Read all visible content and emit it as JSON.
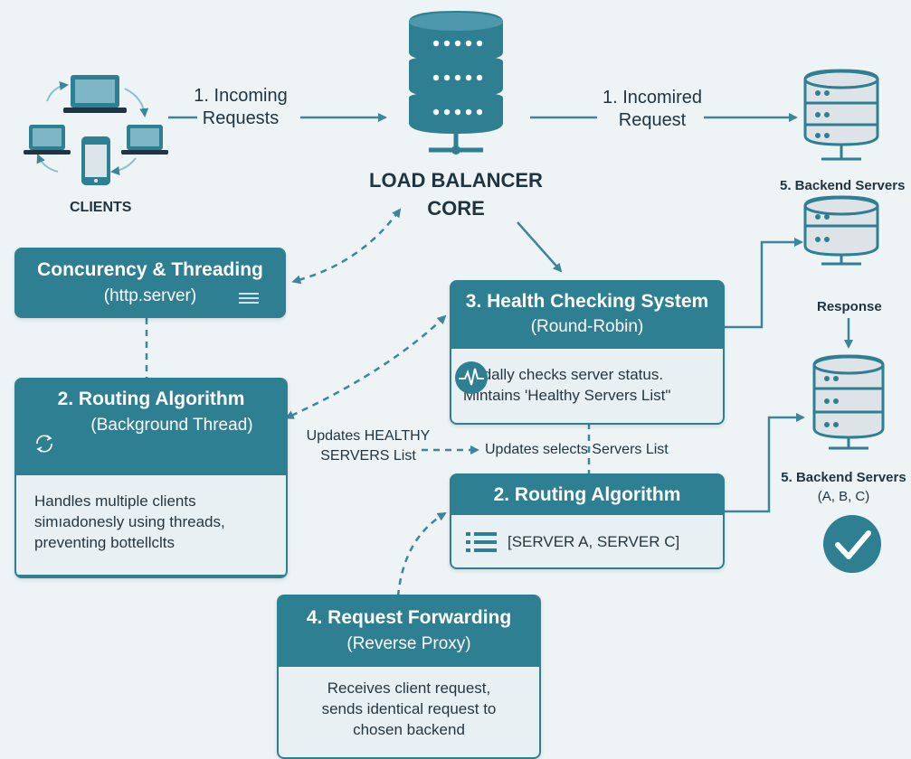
{
  "clients": {
    "label": "CLIENTS"
  },
  "incoming": {
    "line1": "1. Incoming",
    "line2": "Requests"
  },
  "core": {
    "line1": "LOAD BALANCER",
    "line2": "CORE"
  },
  "incomired": {
    "line1": "1. Incomired",
    "line2": "Request"
  },
  "servers": {
    "top_label": "5. Backend Servers",
    "response_label": "Response",
    "bottom_label_line1": "5. Backend Servers",
    "bottom_label_line2": "(A, B, C)"
  },
  "concurrency": {
    "title": "Concurency & Threading",
    "subtitle": "(http.server)"
  },
  "routing_left": {
    "title": "2. Routing Algorithm",
    "subtitle": "(Background Thread)",
    "body": [
      "Handles multiple clients",
      "simıadonesly using threads,",
      "preventing bottellclts"
    ]
  },
  "health": {
    "title": "3. Health Checking System",
    "subtitle": "(Round-Robin)",
    "body": [
      "Rodally checks server status.",
      "Mintains 'Healthy Servers List\""
    ]
  },
  "updates_left": {
    "line1": "Updates HEALTHY",
    "line2": "SERVERS List"
  },
  "updates_right": "Updates selects Servers List",
  "routing_right": {
    "title": "2. Routing Algorithm",
    "list": "[SERVER A, SERVER C]"
  },
  "forwarding": {
    "title": "4. Request Forwarding",
    "subtitle": "(Reverse Proxy)",
    "body": [
      "Receives client request,",
      "sends identical request to",
      "chosen backend"
    ]
  },
  "colors": {
    "teal": "#2f7f93",
    "light_teal": "#7fb6c5",
    "arrow": "#3d8598",
    "server_gray": "#dde3e7",
    "background": "#eef3f5"
  },
  "icons": [
    "laptop-icon",
    "phone-icon",
    "database-icon",
    "server-rack-icon",
    "waveform-icon",
    "list-icon",
    "refresh-icon",
    "checkmark-icon"
  ]
}
